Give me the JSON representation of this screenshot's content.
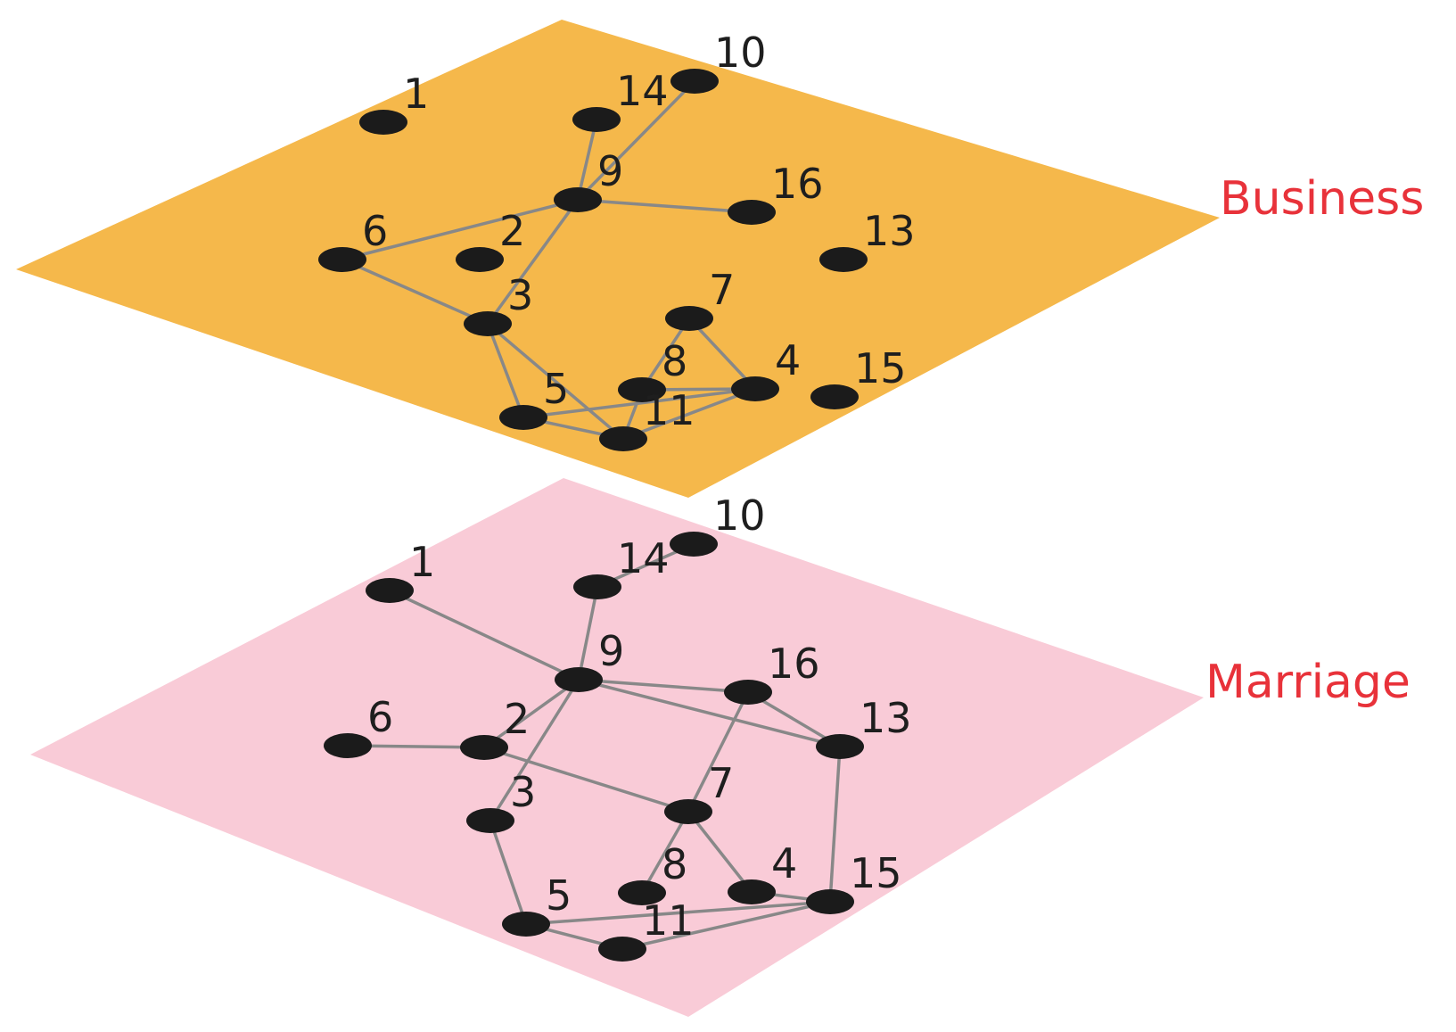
{
  "colors": {
    "business_plane": "#f5b84b",
    "marriage_plane": "#f9cbd7",
    "node": "#1b1b1b",
    "edge": "#888888",
    "layer_label": "#e8323a"
  },
  "layers": [
    {
      "id": "business",
      "label": "Business",
      "nodes": [
        "1",
        "2",
        "3",
        "4",
        "5",
        "6",
        "7",
        "8",
        "9",
        "10",
        "11",
        "13",
        "14",
        "15",
        "16"
      ],
      "edges": [
        [
          "9",
          "14"
        ],
        [
          "9",
          "10"
        ],
        [
          "9",
          "16"
        ],
        [
          "9",
          "6"
        ],
        [
          "9",
          "3"
        ],
        [
          "6",
          "3"
        ],
        [
          "3",
          "5"
        ],
        [
          "3",
          "11"
        ],
        [
          "5",
          "11"
        ],
        [
          "5",
          "4"
        ],
        [
          "8",
          "11"
        ],
        [
          "8",
          "7"
        ],
        [
          "8",
          "4"
        ],
        [
          "7",
          "4"
        ],
        [
          "11",
          "4"
        ]
      ]
    },
    {
      "id": "marriage",
      "label": "Marriage",
      "nodes": [
        "1",
        "2",
        "3",
        "4",
        "5",
        "6",
        "7",
        "8",
        "9",
        "10",
        "11",
        "13",
        "14",
        "15",
        "16"
      ],
      "edges": [
        [
          "14",
          "10"
        ],
        [
          "14",
          "9"
        ],
        [
          "1",
          "9"
        ],
        [
          "9",
          "16"
        ],
        [
          "9",
          "13"
        ],
        [
          "9",
          "2"
        ],
        [
          "9",
          "3"
        ],
        [
          "16",
          "13"
        ],
        [
          "16",
          "7"
        ],
        [
          "6",
          "2"
        ],
        [
          "2",
          "7"
        ],
        [
          "3",
          "5"
        ],
        [
          "7",
          "8"
        ],
        [
          "7",
          "4"
        ],
        [
          "13",
          "15"
        ],
        [
          "4",
          "15"
        ],
        [
          "5",
          "15"
        ],
        [
          "5",
          "11"
        ],
        [
          "11",
          "15"
        ]
      ]
    }
  ]
}
